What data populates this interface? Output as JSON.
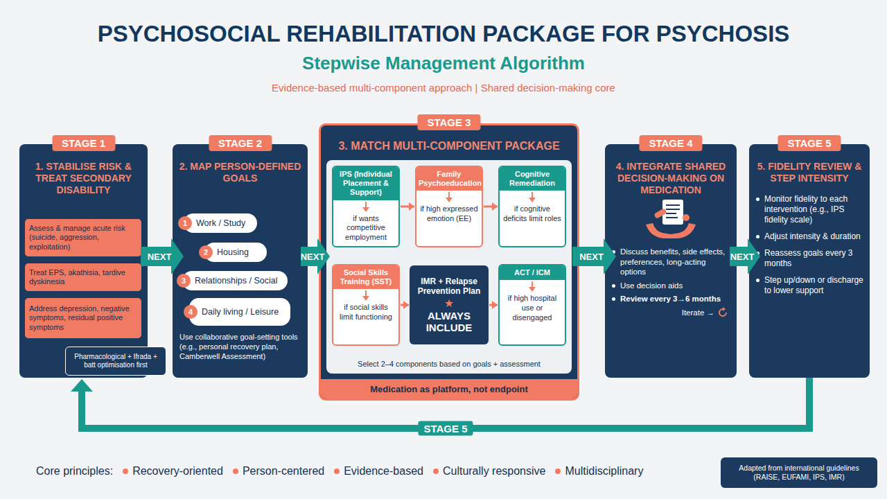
{
  "diagram": {
    "title": "PSYCHOSOCIAL REHABILITATION PACKAGE FOR PSYCHOSIS",
    "nodes": [
      {
        "text": [
          "STAGE 1",
          "1. STABILISE RISK & TREAT SECONDARY DISABILITY"
        ]
      },
      {
        "text": [
          "Assess & manage acute risk (suicide, aggression, exploitation)"
        ],
        "in": 0
      },
      {
        "text": [
          "Treat EPS, akathisia, tardive dyskinesia"
        ],
        "in": 0
      },
      {
        "text": [
          "Address depression, negative symptoms, residual positive symptoms"
        ],
        "in": 0
      },
      {
        "text": [
          "Pharmacological + Ifrada + batt optimisation first"
        ],
        "in": 0
      },
      {
        "text": [
          "STAGE 2",
          "2. MAP PERSON-DEFINED GOALS",
          "Use collaborative goal-setting tools (e.g., personal recovery plan, Camberwell Assessment)"
        ]
      },
      {
        "text": [
          "1",
          "Work / Study"
        ],
        "in": 5
      },
      {
        "text": [
          "2",
          "Housing"
        ],
        "in": 5
      },
      {
        "text": [
          "3",
          "Relationships / Social"
        ],
        "in": 5
      },
      {
        "text": [
          "4",
          "Daily living / Leisure"
        ],
        "in": 5
      },
      {
        "text": [
          "STAGE 3",
          "3. MATCH MULTI-COMPONENT PACKAGE"
        ]
      },
      {
        "text": [
          "Select 2–4 components based on goals + assessment"
        ],
        "in": 10
      },
      {
        "text": [
          "IPS (Individual Placement & Support)",
          "if wants competitive employment"
        ],
        "in": 11
      },
      {
        "text": [
          "Family Psychoeducation",
          "if high expressed emotion (EE)"
        ],
        "in": 11
      },
      {
        "text": [
          "Cognitive Remediation",
          "if cognitive deficits limit roles"
        ],
        "in": 11
      },
      {
        "text": [
          "Social Skills Training (SST)",
          "if social skills limit functioning"
        ],
        "in": 11
      },
      {
        "text": [
          "IMR + Relapse Prevention Plan",
          "★",
          "ALWAYS INCLUDE"
        ],
        "in": 11
      },
      {
        "text": [
          "ACT / ICM",
          "if high hospital use or disengaged"
        ],
        "in": 11
      },
      {
        "text": [
          "Medication as platform, not endpoint"
        ],
        "in": 10
      },
      {
        "text": [
          "STAGE 4",
          "4. INTEGRATE SHARED DECISION-MAKING ON MEDICATION",
          "Discuss benefits, side effects, preferences, long-acting options",
          "Use decision aids",
          "Review every 3→6 months",
          "Iterate →"
        ]
      },
      {
        "text": [
          "STAGE 5",
          "5. FIDELITY REVIEW & STEP INTENSITY",
          "Monitor fidelity to each intervention (e.g., IPS fidelity scale)",
          "Adjust intensity & duration",
          "Reassess goals every 3 months",
          "Step up/down or discharge to lower support"
        ]
      },
      {
        "text": [
          "Adapted from international guidelines (RAISE, EUFAMI, IPS, IMR)"
        ]
      }
    ],
    "edges": [
      {
        "from": 0,
        "to": 5,
        "label": "NEXT",
        "arrow": "to"
      },
      {
        "from": 5,
        "to": 10,
        "label": "NEXT",
        "arrow": "to"
      },
      {
        "from": 10,
        "to": 19,
        "label": "NEXT",
        "arrow": "to"
      },
      {
        "from": 19,
        "to": 20,
        "label": "NEXT",
        "arrow": "to"
      },
      {
        "from": 20,
        "to": 0,
        "label": "STAGE 5",
        "arrow": "to"
      },
      {
        "from": 12,
        "to": 13,
        "arrow": "to"
      },
      {
        "from": 13,
        "to": 14,
        "arrow": "to"
      },
      {
        "from": 15,
        "to": 16,
        "arrow": "to"
      },
      {
        "from": 16,
        "to": 17,
        "arrow": "to"
      }
    ],
    "labels": [
      "Stepwise Management Algorithm",
      "Evidence-based multi-component approach | Shared decision-making core",
      "Core principles:",
      "Recovery-oriented",
      "Person-centered",
      "Evidence-based",
      "Culturally responsive",
      "Multidisciplinary"
    ]
  }
}
